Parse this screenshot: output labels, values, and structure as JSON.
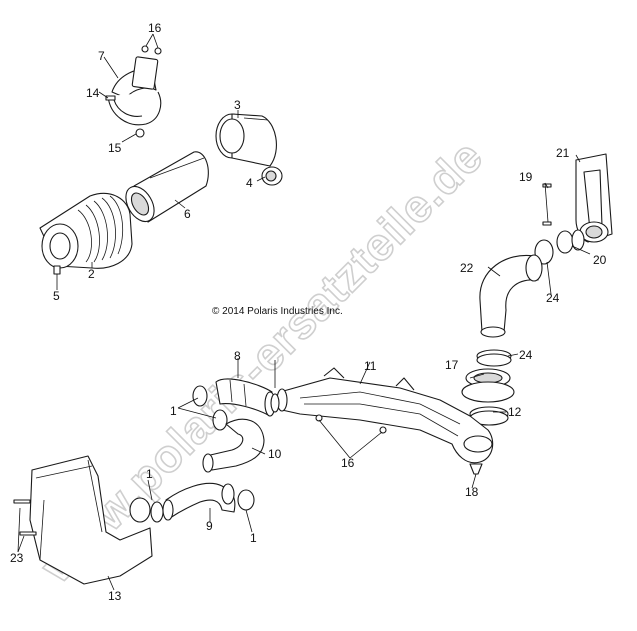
{
  "copyright": "© 2014 Polaris Industries Inc.",
  "watermark": "www.polaris-ersatzteile.de",
  "callouts": {
    "c1a": "1",
    "c1b": "1",
    "c1c": "1",
    "c2": "2",
    "c3": "3",
    "c4": "4",
    "c5": "5",
    "c6": "6",
    "c7": "7",
    "c8": "8",
    "c9": "9",
    "c10": "10",
    "c11": "11",
    "c12": "12",
    "c13": "13",
    "c14": "14",
    "c15": "15",
    "c16a": "16",
    "c16b": "16",
    "c17": "17",
    "c18": "18",
    "c19": "19",
    "c20": "20",
    "c21": "21",
    "c22": "22",
    "c23": "23",
    "c24a": "24",
    "c24b": "24"
  }
}
